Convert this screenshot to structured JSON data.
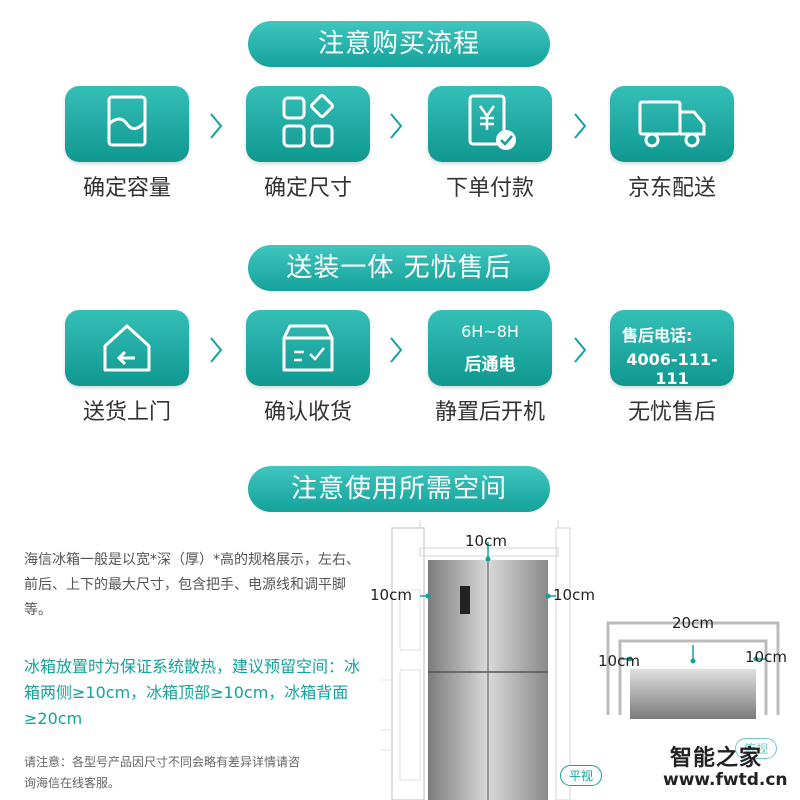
{
  "section1": {
    "title": "注意购买流程",
    "steps": [
      {
        "label": "确定容量",
        "icon": "capacity-icon"
      },
      {
        "label": "确定尺寸",
        "icon": "size-grid-icon"
      },
      {
        "label": "下单付款",
        "icon": "yen-payment-icon"
      },
      {
        "label": "京东配送",
        "icon": "delivery-truck-icon"
      }
    ]
  },
  "section2": {
    "title": "送装一体 无忧售后",
    "steps": [
      {
        "label": "送货上门",
        "icon": "home-delivery-icon"
      },
      {
        "label": "确认收货",
        "icon": "confirm-box-icon"
      },
      {
        "label": "静置后开机",
        "tile_line1": "6H~8H",
        "tile_line2": "后通电"
      },
      {
        "label": "无忧售后",
        "tile_line1": "售后电话:",
        "tile_line2": "4006-111-111"
      }
    ]
  },
  "section3": {
    "title": "注意使用所需空间",
    "intro": "海信冰箱一般是以宽*深（厚）*高的规格展示，左右、前后、上下的最大尺寸，包含把手、电源线和调平脚等。",
    "advice": "冰箱放置时为保证系统散热，建议预留空间：冰箱两侧≥10cm，冰箱顶部≥10cm，冰箱背面≥20cm",
    "note": "请注意：各型号产品因尺寸不同会略有差异详情请咨询海信在线客服。",
    "front_view": {
      "top": "10cm",
      "left": "10cm",
      "right": "10cm",
      "badge": "平视"
    },
    "top_view": {
      "back": "20cm",
      "left": "10cm",
      "right": "10cm",
      "badge": "俯视"
    }
  },
  "watermark": {
    "line1": "智能之家",
    "line2": "www.fwtd.cn"
  },
  "colors": {
    "teal": "#13a39c",
    "teal_light": "#3fc6bf"
  }
}
